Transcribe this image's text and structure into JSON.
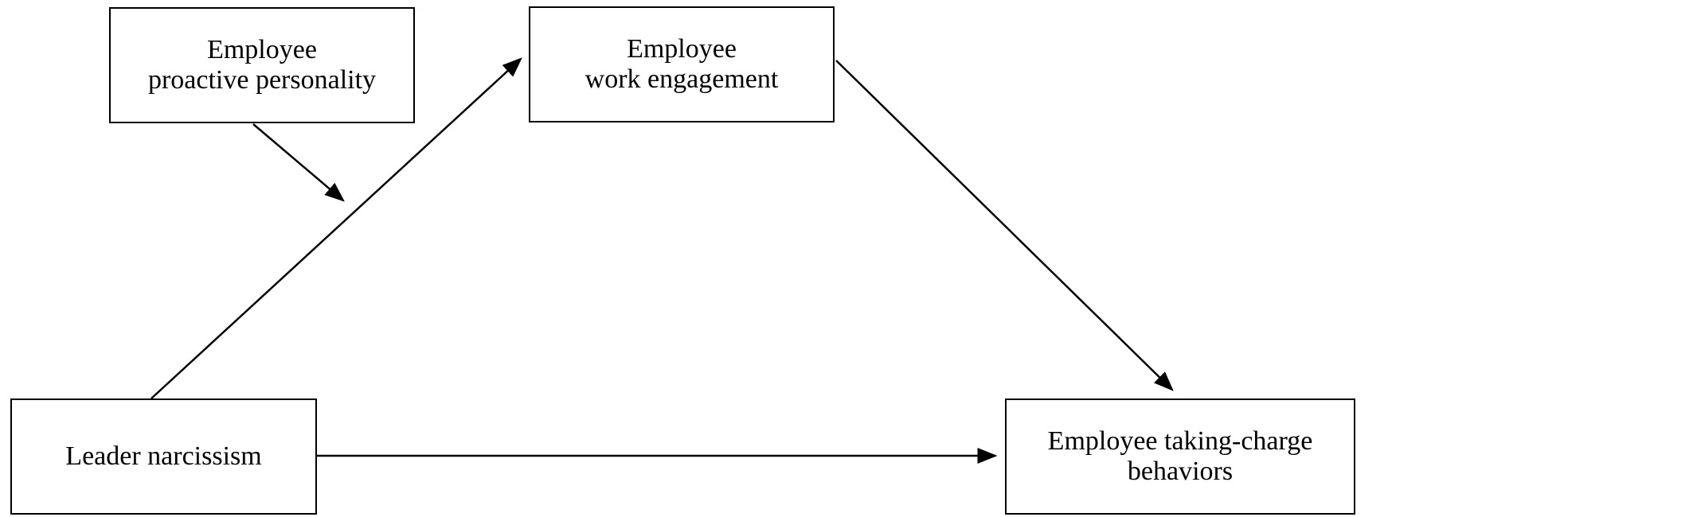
{
  "nodes": {
    "proactive": {
      "lines": [
        "Employee",
        "proactive personality"
      ]
    },
    "engagement": {
      "lines": [
        "Employee",
        "work engagement"
      ]
    },
    "narcissism": {
      "lines": [
        "Leader narcissism"
      ]
    },
    "taking_charge": {
      "lines": [
        "Employee taking-charge",
        "behaviors"
      ]
    }
  },
  "edges": [
    {
      "from": "narcissism",
      "to": "engagement"
    },
    {
      "from": "engagement",
      "to": "taking_charge"
    },
    {
      "from": "narcissism",
      "to": "taking_charge"
    },
    {
      "from": "proactive",
      "to": "narcissism-engagement path (moderation)"
    }
  ],
  "colors": {
    "stroke": "#000000",
    "background": "#ffffff"
  }
}
